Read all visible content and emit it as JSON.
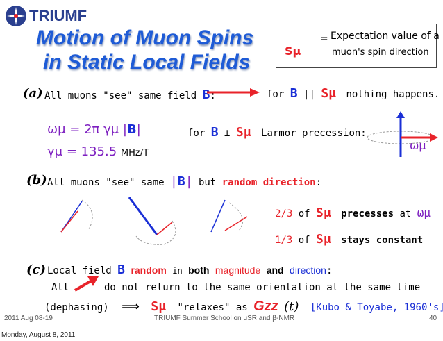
{
  "logo": {
    "text": "TRIUMF"
  },
  "title": {
    "line1": "Motion of Muon Spins",
    "line2": "in Static Local Fields"
  },
  "legend": {
    "symbol": "Sμ",
    "eq": "=",
    "line1": "Expectation value of a",
    "line2": "muon's spin direction"
  },
  "a": {
    "label": "(a)",
    "text": "All muons \"see\" same field ",
    "B": "B",
    "colon": ":",
    "for": "for",
    "B2": "B",
    "parallel": "||",
    "S": "Sμ",
    "result": "nothing happens.",
    "omega_lhs": "ωμ",
    "omega_eq": "= 2π γμ |",
    "omega_B": "B",
    "omega_bar": "|",
    "gamma_lhs": "γμ =",
    "gamma_val": "135.5",
    "gamma_unit": "MHz/T",
    "for2": "for",
    "B3": "B",
    "perp": "⊥",
    "S2": "Sμ",
    "larmor": "Larmor precession:",
    "omega_label": "ωμ"
  },
  "b": {
    "label": "(b)",
    "text1": "All muons \"see\" same",
    "absB_left": "|",
    "absB": "B",
    "absB_right": "|",
    "text2": "but",
    "random": "random direction",
    "colon": ":",
    "frac1": "2/3",
    "of1": "of",
    "S1": "Sμ",
    "precesses": "precesses",
    "at": "at",
    "omega": "ωμ",
    "frac2": "1/3",
    "of2": "of",
    "S2": "Sμ",
    "stays": "stays constant"
  },
  "c": {
    "label": "(c)",
    "text1": "Local field",
    "B": "B",
    "random": "random",
    "in": "in",
    "both": "both",
    "magnitude": "magnitude",
    "and": "and",
    "direction": "direction",
    "colon": ":",
    "all": "All",
    "noreturn": "do not return to the same orientation at the same time",
    "dephasing": "(dephasing)",
    "implies": "⟹",
    "S": "Sμ",
    "relaxes": "\"relaxes\" as",
    "G": "Gzz",
    "t": "(t)",
    "ref": "[Kubo & Toyabe, 1960's]"
  },
  "footer": {
    "date": "2011 Aug 08-19",
    "school": "TRIUMF Summer School on μSR and β-NMR",
    "page": "40",
    "stamp": "Monday, August 8, 2011"
  },
  "colors": {
    "red": "#e8232a",
    "blue": "#1a2fd6",
    "purple": "#7d1fc0",
    "title": "#1e5bd6"
  }
}
